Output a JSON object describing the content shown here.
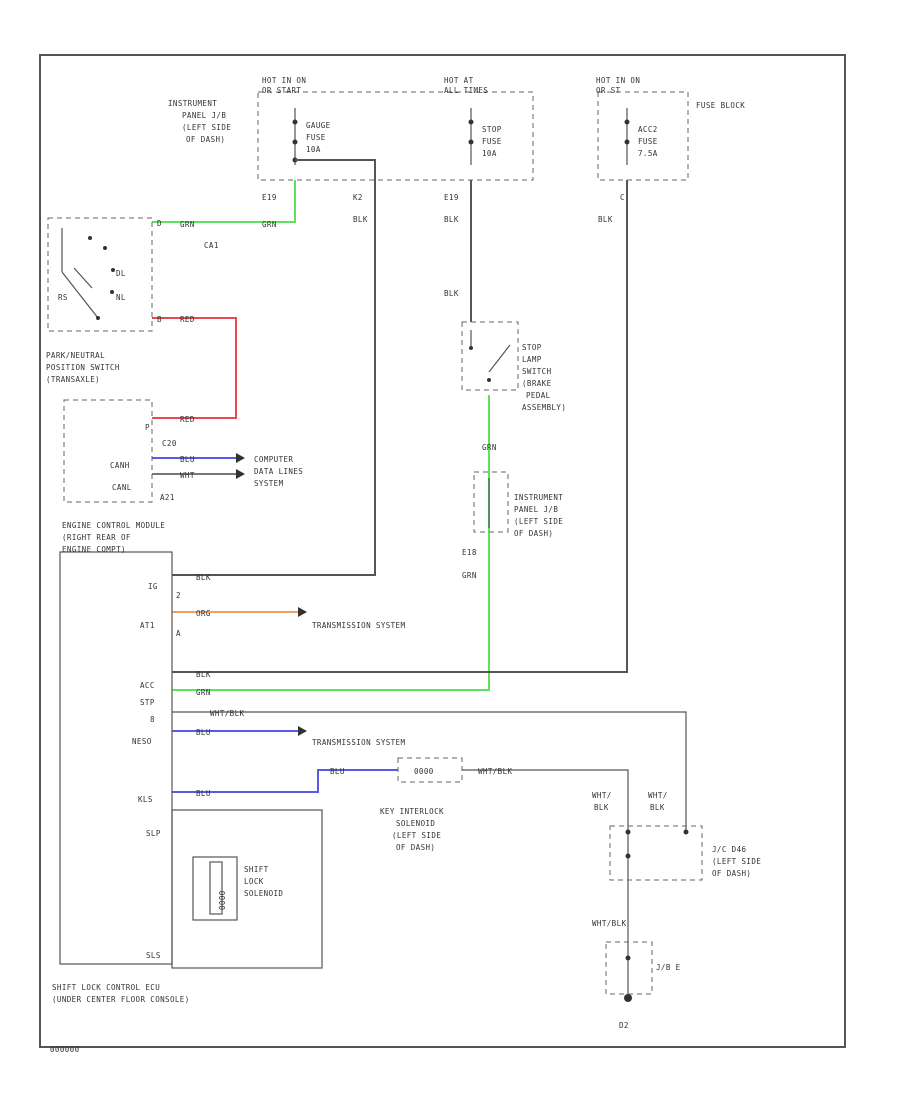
{
  "colors": {
    "grn": "#5fe35f",
    "red": "#e8484f",
    "blu": "#5a5ae8",
    "org": "#f0a060",
    "blk": "#555555",
    "wht_blk": "#777777"
  },
  "labels": {
    "hot_in_on_1": "HOT IN ON",
    "hot_in_on_1b": "OR START",
    "hot_at_all": "HOT AT",
    "hot_at_all_b": "ALL TIMES",
    "hot_in_on_2": "HOT IN ON",
    "hot_in_on_2b": "OR ST",
    "fuse_block": "FUSE BLOCK",
    "ip_jb_1a": "INSTRUMENT",
    "ip_jb_1b": "PANEL J/B",
    "ip_jb_1c": "(LEFT SIDE",
    "ip_jb_1d": "OF DASH)",
    "gauge_1": "GAUGE",
    "gauge_2": "FUSE",
    "gauge_3": "10A",
    "stop_f_1": "STOP",
    "stop_f_2": "FUSE",
    "stop_f_3": "10A",
    "acc2_1": "ACC2",
    "acc2_2": "FUSE",
    "acc2_3": "7.5A",
    "c1": "C",
    "e19a": "E19",
    "k2": "K2",
    "blk_a": "BLK",
    "e19b": "E19",
    "blk_b": "BLK",
    "blk_c": "BLK",
    "blk_d": "BLK",
    "grn_a": "GRN",
    "grn_b": "GRN",
    "ca1": "CA1",
    "pin_d": "D",
    "pin_b": "B",
    "pnp_1": "PARK/NEUTRAL",
    "pnp_2": "POSITION SWITCH",
    "pnp_3": "(TRANSAXLE)",
    "red_a": "RED",
    "red_b": "RED",
    "pin_p": "P",
    "c20": "C20",
    "can_h": "CANH",
    "can_l": "CANL",
    "a21": "A21",
    "blu_can": "BLU",
    "wht_can": "WHT",
    "comp_1": "COMPUTER",
    "comp_2": "DATA LINES",
    "comp_3": "SYSTEM",
    "sw_rs": "RS",
    "sw_dl": "DL",
    "sw_nl": "NL",
    "stop_sw_1": "STOP",
    "stop_sw_2": "LAMP",
    "stop_sw_3": "SWITCH",
    "stop_sw_4": "(BRAKE",
    "stop_sw_5": "PEDAL",
    "stop_sw_6": "ASSEMBLY)",
    "ip_jb_2a": "INSTRUMENT",
    "ip_jb_2b": "PANEL J/B",
    "ip_jb_2c": "(LEFT SIDE",
    "ip_jb_2d": "OF DASH)",
    "e18": "E18",
    "grn_c": "GRN",
    "grn_d": "GRN",
    "ecm_1": "ENGINE CONTROL MODULE",
    "ecm_2": "(RIGHT REAR OF",
    "ecm_3": "ENGINE COMPT)",
    "pin_ig": "IG",
    "pin_2": "2",
    "ecm_blk_1": "BLK",
    "pin_at1": "AT1",
    "pin_a": "A",
    "ecm_org": "ORG",
    "trans_sys_1": "TRANSMISSION SYSTEM",
    "pin_acc": "ACC",
    "pin_stp": "STP",
    "pin_8": "8",
    "pin_neso": "NESO",
    "pin_kls": "KLS",
    "ecm_blk_2": "BLK",
    "ecm_grn": "GRN",
    "ecm_wht_blk": "WHT/BLK",
    "ecm_blu_1": "BLU",
    "ecm_blu_2": "BLU",
    "blu_kls": "BLU",
    "trans_sys_2": "TRANSMISSION SYSTEM",
    "key_1": "KEY INTERLOCK",
    "key_2": "SOLENOID",
    "key_3": "(LEFT SIDE",
    "key_4": "OF DASH)",
    "key_wht_blk": "WHT/BLK",
    "wht_1": "WHT/",
    "wht_2": "BLK",
    "wht_3": "WHT/",
    "wht_4": "BLK",
    "j_c_1": "J/C D46",
    "j_c_2": "(LEFT SIDE",
    "j_c_3": "OF DASH)",
    "wht_blk_gnd": "WHT/BLK",
    "slp": "SLP",
    "sls": "SLS",
    "solenoid_1": "SHIFT",
    "solenoid_2": "LOCK",
    "solenoid_3": "SOLENOID",
    "solenoid_code": "0000",
    "key_code": "0000",
    "shift_ecu_1": "SHIFT LOCK CONTROL ECU",
    "shift_ecu_2": "(UNDER CENTER FLOOR CONSOLE)",
    "jb_e": "J/B E",
    "d2": "D2",
    "fig_id": "000000"
  }
}
